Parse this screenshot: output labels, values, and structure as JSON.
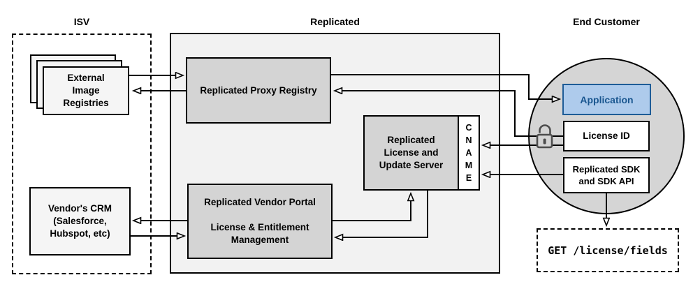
{
  "diagram": {
    "title_hint": "Replicated licensing architecture diagram",
    "sections": {
      "isv": {
        "title": "ISV"
      },
      "replicated": {
        "title": "Replicated"
      },
      "end_customer": {
        "title": "End Customer"
      }
    },
    "nodes": {
      "external_registries": {
        "label": "External\nImage\nRegistries"
      },
      "vendor_crm": {
        "label": "Vendor's CRM\n(Salesforce,\nHubspot, etc)"
      },
      "proxy_registry": {
        "label": "Replicated Proxy Registry"
      },
      "license_update_server": {
        "label": "Replicated\nLicense and\nUpdate Server",
        "cname": "C\nN\nA\nM\nE"
      },
      "vendor_portal": {
        "label": "Replicated Vendor Portal\n\nLicense & Entitlement\nManagement"
      },
      "application": {
        "label": "Application"
      },
      "license_id": {
        "label": "License ID"
      },
      "replicated_sdk": {
        "label": "Replicated SDK\nand SDK API"
      },
      "get_endpoint": {
        "label": "GET /license/fields"
      }
    },
    "icons": {
      "unlock": "open-padlock"
    },
    "colors": {
      "section_fill": "#f2f2f2",
      "node_fill_gray": "#d4d4d4",
      "node_fill_light": "#f5f5f5",
      "circle_fill": "#d5d5d5",
      "app_fill": "#aecbec",
      "app_border": "#1e5c97",
      "app_text": "#19568f",
      "line": "#000000",
      "lock": "#4d4d4d"
    },
    "connections": [
      "External Image Registries -> Replicated Proxy Registry",
      "Replicated Proxy Registry -> External Image Registries",
      "Replicated Proxy Registry -> Application",
      "License ID -> Replicated Proxy Registry",
      "License ID -> CNAME",
      "Replicated SDK and SDK API -> CNAME",
      "Replicated Vendor Portal -> Vendor's CRM",
      "Vendor's CRM -> Replicated Vendor Portal",
      "Replicated Vendor Portal -> Replicated License and Update Server",
      "Replicated License and Update Server -> Replicated Vendor Portal",
      "Replicated SDK and SDK API -> GET /license/fields"
    ]
  }
}
